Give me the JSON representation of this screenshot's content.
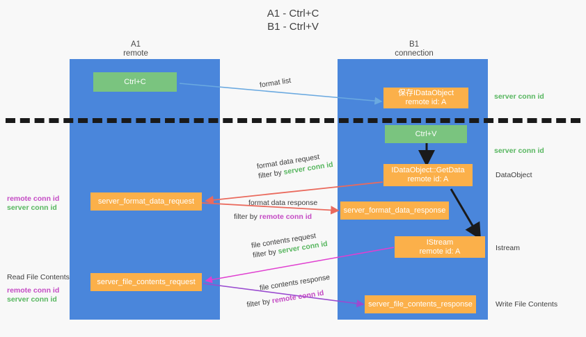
{
  "title": "A1 - Ctrl+C\nB1 - Ctrl+V",
  "colors": {
    "lane": "#4a86db",
    "green_box": "#7ac47f",
    "orange_box": "#fbb04a",
    "server_conn_id": "#57b65f",
    "remote_conn_id": "#c44bc4",
    "background": "#f8f8f8",
    "divider": "#1a1a1a",
    "arrow_blue": "#6aa9e0",
    "arrow_red": "#ea6a5d",
    "arrow_magenta": "#e03fd0",
    "arrow_purple": "#9a4bd0",
    "arrow_black": "#1a1a1a"
  },
  "columns": {
    "a1": "A1\nremote",
    "b1": "B1\nconnection"
  },
  "boxes": {
    "ctrl_c": "Ctrl+C",
    "ctrl_v": "Ctrl+V",
    "save_idataobject": "保存IDataObject\nremote id: A",
    "idataobject_getdata": "IDataObject::GetData\nremote id: A",
    "istream": "IStream\nremote id: A",
    "server_format_data_request": "server_format_data_request",
    "server_format_data_response": "server_format_data_response",
    "server_file_contents_request": "server_file_contents_request",
    "server_file_contents_response": "server_file_contents_response"
  },
  "edges": {
    "format_list": "format list",
    "format_data_request": "format data request",
    "format_data_request_filter_prefix": "filter by ",
    "format_data_request_filter_value": "server conn id",
    "format_data_response": "format data response",
    "format_data_response_filter_prefix": "filter by ",
    "format_data_response_filter_value": "remote conn id",
    "file_contents_request": "file contents request",
    "file_contents_request_filter_prefix": "filter by ",
    "file_contents_request_filter_value": "server conn id",
    "file_contents_response": "file contents response",
    "file_contents_response_filter_prefix": "filter by ",
    "file_contents_response_filter_value": "remote conn id"
  },
  "annotations": {
    "right_server_conn_id_top": "server conn id",
    "right_server_conn_id_mid": "server conn id",
    "right_dataobject": "DataObject",
    "right_istream": "Istream",
    "right_write_file_contents": "Write File Contents",
    "left_remote_conn_id_1": "remote conn id",
    "left_server_conn_id_1": "server conn id",
    "left_read_file_contents": "Read File Contents",
    "left_remote_conn_id_2": "remote conn id",
    "left_server_conn_id_2": "server conn id"
  }
}
